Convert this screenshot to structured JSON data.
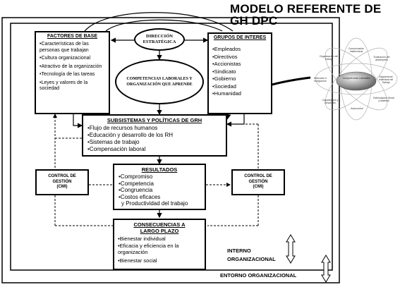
{
  "title": {
    "line1": "MODELO REFERENTE DE",
    "line2": "GH DPC"
  },
  "factores": {
    "heading": "FACTORES DE BASE",
    "items": [
      "•Características de las personas que trabajan",
      "•Cultura organizacional",
      "•Atractivo de la organización",
      "•Tecnología de las tareas",
      "•Leyes y valores de la sociedad"
    ]
  },
  "direccion": {
    "label": "DIRECCIÓN ESTRATÉGICA"
  },
  "competencias": {
    "label": "COMPETENCIAS LABORALES Y ORGANIZACIÓN QUE APRENDE"
  },
  "grupos": {
    "heading": "GRUPOS DE INTERES",
    "items": [
      "•Empleados",
      "•Directivos",
      "•Accionistas",
      "•Sindicato",
      "•Gobierno",
      "•Sociedad",
      "•Humanidad"
    ]
  },
  "subsistemas": {
    "heading": "SUBSISTEMAS Y POLÍTICAS DE GRH",
    "items": [
      "•Flujo de recursos humanos",
      "•Educación y desarrollo de los RH",
      "•Sistemas de trabajo",
      "•Compensación laboral"
    ]
  },
  "control_left": {
    "line1": "CONTROL DE",
    "line2": "GESTIÓN",
    "line3": "(CMI)"
  },
  "control_right": {
    "line1": "CONTROL DE",
    "line2": "GESTIÓN",
    "line3": "(CMI)"
  },
  "resultados": {
    "heading": "RESULTADOS",
    "items": [
      "•Compromiso",
      "•Competencia",
      "•Congruencia",
      "•Costos eficaces",
      "y Productividad del trabajo"
    ]
  },
  "consecuencias": {
    "heading": "CONSECUENCIAS A LARGO PLAZO",
    "items": [
      "•Bienestar individual",
      "•Eficacia y eficiencia en la organización",
      "•Bienestar social"
    ]
  },
  "interno": {
    "line1": "INTERNO",
    "line2": "ORGANIZACIONAL"
  },
  "entorno": {
    "label": "ENTORNO ORGANIZACIONAL"
  },
  "competency_model": {
    "center": "Competencias Laborales",
    "nodes": [
      "Comunicación Institucional",
      "Evaluación del desempeño",
      "Seguimiento Individual del Trabajo",
      "Estimulación Moral y Material",
      "Autocontrol",
      "Capacitación y Desarrollo",
      "Selección e Integración",
      "Organización del Trabajo"
    ]
  },
  "colors": {
    "line": "#000000",
    "background": "#ffffff",
    "gray": "#9a9a9a"
  }
}
